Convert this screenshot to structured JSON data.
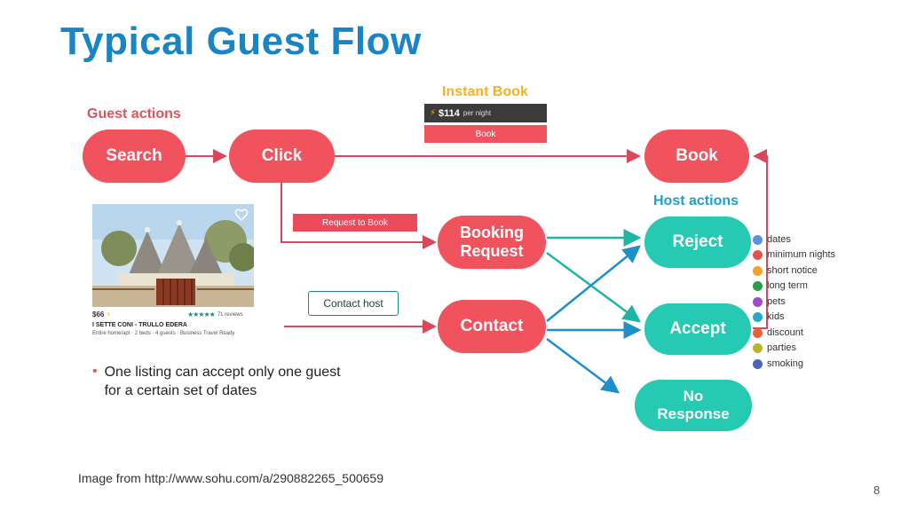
{
  "slide": {
    "title": "Typical Guest Flow",
    "caption": "Image from http://www.sohu.com/a/290882265_500659",
    "page_number": "8"
  },
  "diagram": {
    "guest_actions_label": "Guest actions",
    "host_actions_label": "Host actions",
    "instant_book": {
      "label": "Instant Book",
      "price": "$114",
      "per_night": "per night",
      "button": "Book"
    },
    "request_to_book_label": "Request to Book",
    "contact_host_label": "Contact host",
    "nodes": {
      "search": "Search",
      "click": "Click",
      "book": "Book",
      "booking_request": "Booking\nRequest",
      "contact": "Contact",
      "reject": "Reject",
      "accept": "Accept",
      "no_response": "No\nResponse"
    },
    "listing": {
      "price": "$66",
      "reviews": "71 reviews",
      "name": "I SETTE CONI - TRULLO EDERA",
      "details": "Entire home/apt · 2 beds · 4 guests · Business Travel Ready"
    },
    "note": "One listing can accept only one guest for a certain set of dates",
    "reasons": [
      {
        "label": "dates",
        "color": "#5b8fe0"
      },
      {
        "label": "minimum nights",
        "color": "#e0524f"
      },
      {
        "label": "short notice",
        "color": "#f0a22e"
      },
      {
        "label": "long term",
        "color": "#2e9a4e"
      },
      {
        "label": "pets",
        "color": "#9b4fc7"
      },
      {
        "label": "kids",
        "color": "#2aa7c7"
      },
      {
        "label": "discount",
        "color": "#e8603c"
      },
      {
        "label": "parties",
        "color": "#b5b52e"
      },
      {
        "label": "smoking",
        "color": "#4e63b8"
      }
    ],
    "colors": {
      "guest": "#f0525e",
      "host": "#26c9b2",
      "arrow_red": "#d9475a",
      "arrow_teal": "#1fb5a5",
      "arrow_blue": "#1e8fc9",
      "label_guest": "#e0535d",
      "label_host": "#1f9fd0",
      "instant_book": "#f2b321"
    }
  }
}
